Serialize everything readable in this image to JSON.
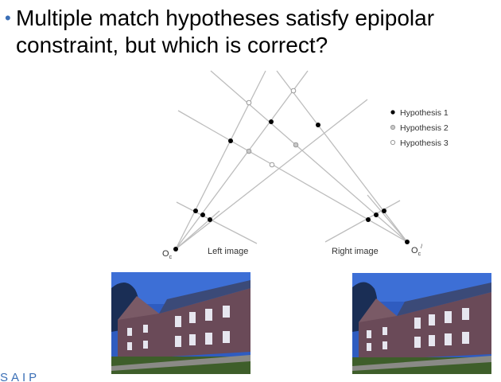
{
  "slide": {
    "bullet": "Multiple match hypotheses satisfy epipolar constraint, but which is correct?"
  },
  "diagram": {
    "legend": [
      {
        "label": "Hypothesis 1",
        "marker": "filled",
        "color": "#000000"
      },
      {
        "label": "Hypothesis 2",
        "marker": "gray",
        "color": "#9a9a9a"
      },
      {
        "label": "Hypothesis 3",
        "marker": "open",
        "color": "#ffffff"
      }
    ],
    "left_camera_label": "O",
    "left_camera_sub": "c",
    "right_camera_label": "O",
    "right_camera_sub": "c",
    "right_camera_prime": "/",
    "left_image_label": "Left image",
    "right_image_label": "Right image",
    "line_color": "#bdbdbd"
  },
  "photos": {
    "left": {
      "icon": "building-photo"
    },
    "right": {
      "icon": "building-photo"
    }
  },
  "footer": {
    "logo_text": "SAIP"
  }
}
